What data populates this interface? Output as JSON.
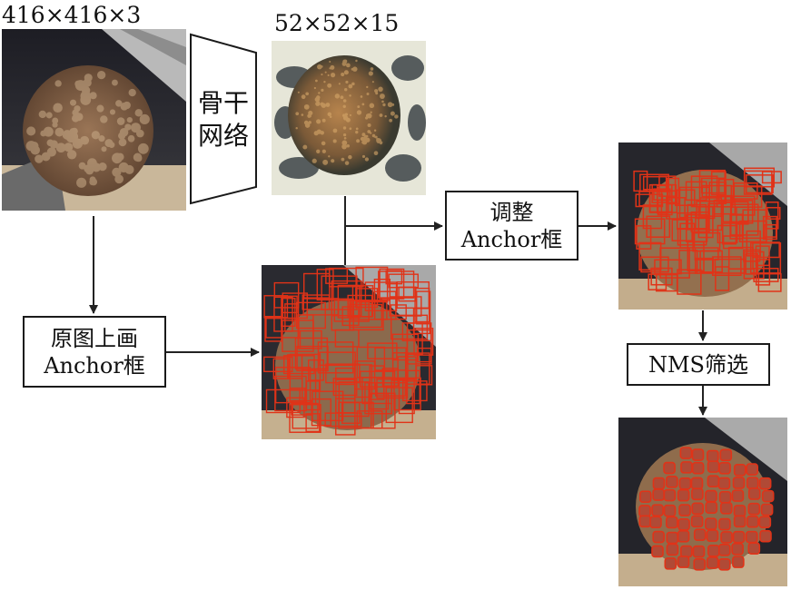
{
  "input_image": {
    "dim_label": "416×416×3"
  },
  "backbone": {
    "line1": "骨干",
    "line2": "网络"
  },
  "feature_map": {
    "dim_label": "52×52×15"
  },
  "draw_anchor_box": {
    "line1": "原图上画",
    "line2": "Anchor框"
  },
  "adjust_box": {
    "line1": "调整",
    "line2": "Anchor框"
  },
  "nms_box": {
    "label": "NMS筛选"
  },
  "colors": {
    "anchor_box": "#e03318",
    "arrow": "#222222",
    "bundle": "#8a6444"
  }
}
